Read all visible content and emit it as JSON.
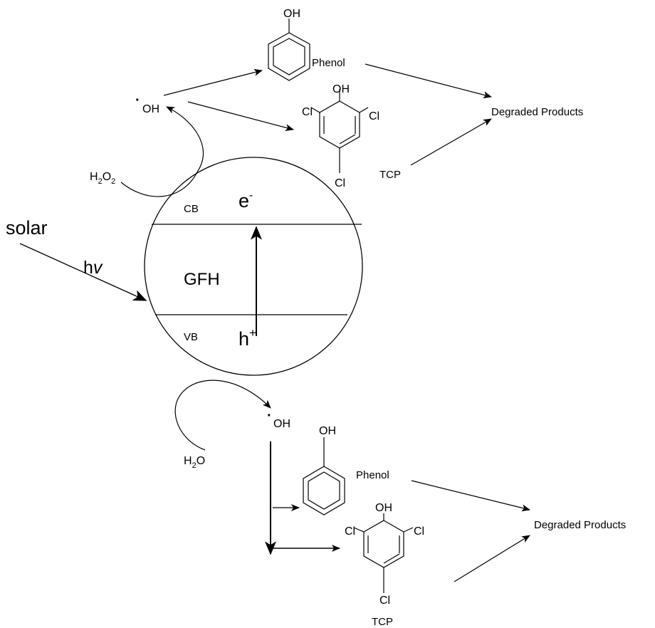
{
  "colors": {
    "ink": "#000000",
    "background": "#ffffff"
  },
  "light": {
    "source_label": "solar",
    "photon_h": "h",
    "photon_nu": "v"
  },
  "particle": {
    "label": "GFH",
    "cb_label": "CB",
    "vb_label": "VB",
    "electron": "e",
    "electron_charge": "-",
    "hole": "h",
    "hole_charge": "+"
  },
  "top": {
    "oxidant_h": "H",
    "oxidant_sub1": "2",
    "oxidant_o": "O",
    "oxidant_sub2": "2",
    "radical_dot": "·",
    "radical": "OH",
    "phenol_oh": "OH",
    "phenol_label": "Phenol",
    "tcp_oh": "OH",
    "tcp_cl1": "Cl",
    "tcp_cl2": "Cl",
    "tcp_cl3": "Cl",
    "tcp_label": "TCP",
    "products": "Degraded Products"
  },
  "bottom": {
    "water_h": "H",
    "water_sub": "2",
    "water_o": "O",
    "radical_dot": "·",
    "radical": "OH",
    "phenol_oh": "OH",
    "phenol_label": "Phenol",
    "tcp_oh": "OH",
    "tcp_cl1": "Cl",
    "tcp_cl2": "Cl",
    "tcp_cl3": "Cl",
    "tcp_label": "TCP",
    "products": "Degraded Products"
  }
}
